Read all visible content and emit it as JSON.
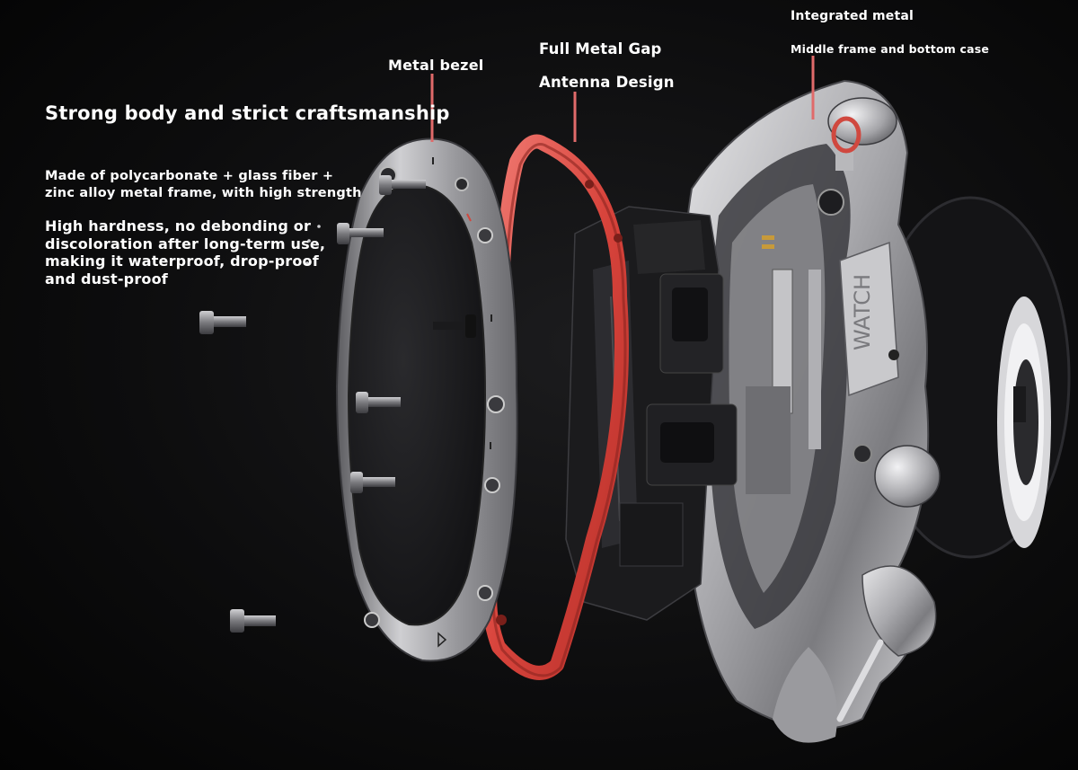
{
  "headline": "Strong body and strict craftsmanship",
  "description_1": [
    "Made of polycarbonate + glass fiber +",
    "zinc alloy metal frame, with high strength"
  ],
  "description_2": [
    "High hardness, no debonding or",
    "discoloration after long-term use,",
    "making it waterproof, drop-proof",
    "and dust-proof"
  ],
  "callouts": {
    "metal_bezel": "Metal bezel",
    "full_metal_gap": "Full Metal Gap",
    "antenna_design": "Antenna Design",
    "integrated_metal": "Integrated metal",
    "middle_frame": "Middle frame and bottom case"
  },
  "engraving": "WATCH",
  "colors": {
    "background": "#0b0b0c",
    "text": "#ffffff",
    "callout_line": "#e06a6a",
    "antenna_ring": "#d9483f",
    "metal": "#b9b9bc",
    "lens": "#1a1a1c"
  }
}
